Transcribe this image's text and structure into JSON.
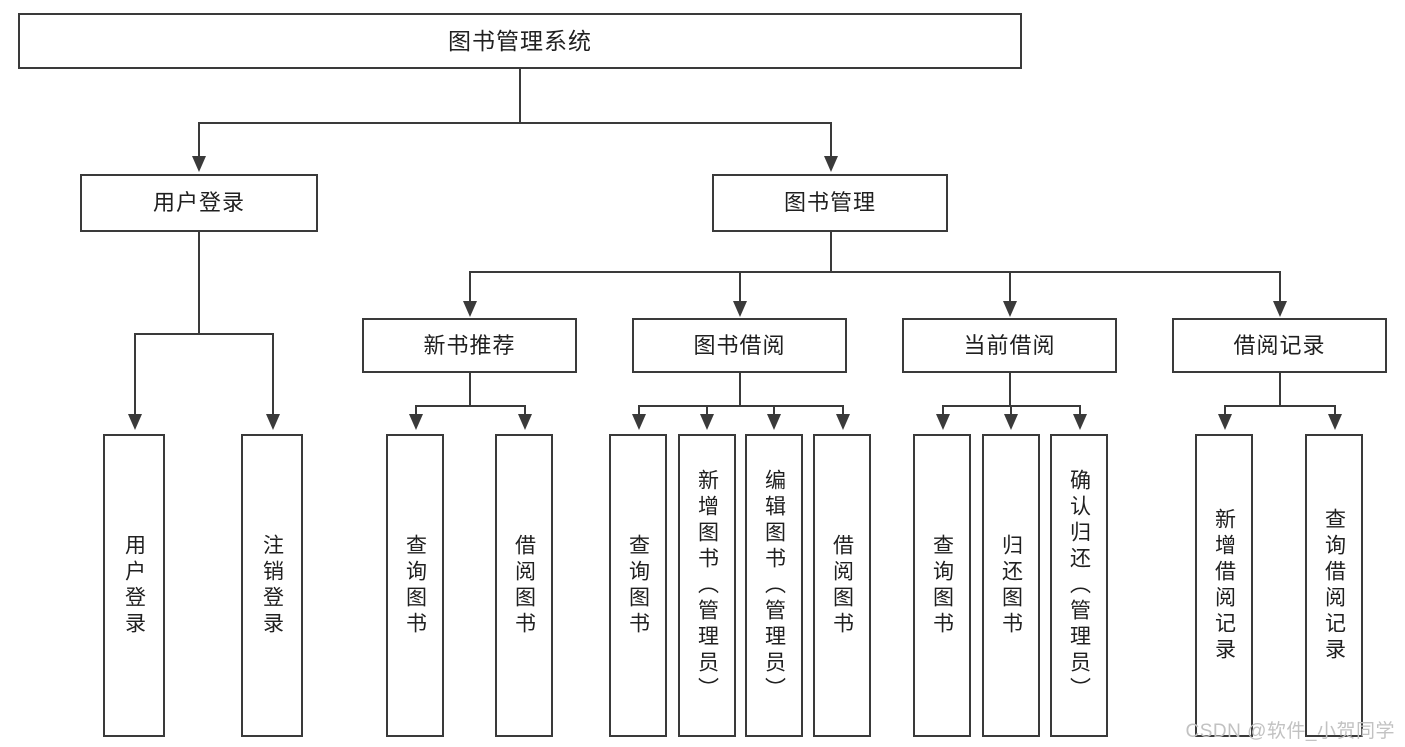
{
  "diagram": {
    "type": "tree",
    "title": "图书管理系统",
    "root": {
      "label": "图书管理系统"
    },
    "level2": [
      {
        "label": "用户登录"
      },
      {
        "label": "图书管理"
      }
    ],
    "level3": [
      {
        "label": "新书推荐"
      },
      {
        "label": "图书借阅"
      },
      {
        "label": "当前借阅"
      },
      {
        "label": "借阅记录"
      }
    ],
    "leaves": {
      "user_login": [
        {
          "label": "用户登录"
        },
        {
          "label": "注销登录"
        }
      ],
      "new_book": [
        {
          "label": "查询图书"
        },
        {
          "label": "借阅图书"
        }
      ],
      "borrow_book": [
        {
          "label": "查询图书"
        },
        {
          "label": "新增图书（管理员）"
        },
        {
          "label": "编辑图书（管理员）"
        },
        {
          "label": "借阅图书"
        }
      ],
      "current_borrow": [
        {
          "label": "查询图书"
        },
        {
          "label": "归还图书"
        },
        {
          "label": "确认归还（管理员）"
        }
      ],
      "borrow_record": [
        {
          "label": "新增借阅记录"
        },
        {
          "label": "查询借阅记录"
        }
      ]
    }
  },
  "watermark": {
    "text": "CSDN @软件_小贺同学"
  },
  "colors": {
    "border": "#3a3a3a",
    "text": "#202020",
    "background": "#ffffff",
    "watermark": "#c2c2c2"
  }
}
